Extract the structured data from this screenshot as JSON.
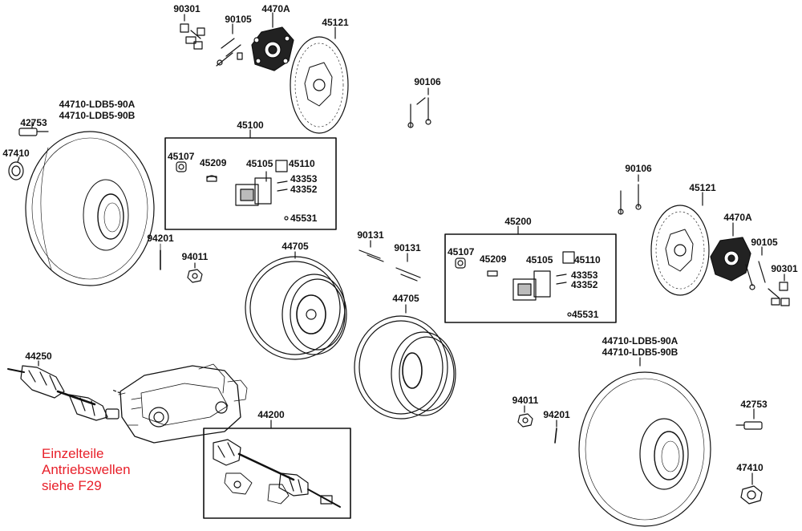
{
  "diagram": {
    "accent_color": "#e8202a",
    "groups": {
      "caliper_front": "45100",
      "caliper_rear": "45200",
      "driveshaft": "44200"
    },
    "parts": {
      "p90301_top": "90301",
      "p90105_top": "90105",
      "p4470A_top": "4470A",
      "p45121_top": "45121",
      "p90106_top": "90106",
      "p44710_a_left": "44710-LDB5-90A",
      "p44710_b_left": "44710-LDB5-90B",
      "p42753_left": "42753",
      "p47410_left": "47410",
      "p45107_a": "45107",
      "p45209_a": "45209",
      "p45105_a": "45105",
      "p45110_a": "45110",
      "p43353_a": "43353",
      "p43352_a": "43352",
      "p45531_a": "45531",
      "p94201_left": "94201",
      "p94011_left": "94011",
      "p44705_upper": "44705",
      "p90131_a": "90131",
      "p90131_b": "90131",
      "p44705_lower": "44705",
      "p45107_b": "45107",
      "p45209_b": "45209",
      "p45105_b": "45105",
      "p45110_b": "45110",
      "p43353_b": "43353",
      "p43352_b": "43352",
      "p45531_b": "45531",
      "p90106_right": "90106",
      "p45121_right": "45121",
      "p4470A_right": "4470A",
      "p90105_right": "90105",
      "p90301_right": "90301",
      "p44710_a_right": "44710-LDB5-90A",
      "p44710_b_right": "44710-LDB5-90B",
      "p42753_right": "42753",
      "p47410_right": "47410",
      "p94011_right": "94011",
      "p94201_right": "94201",
      "p44250": "44250"
    },
    "note": {
      "line1": "Einzelteile",
      "line2": "Antriebswellen",
      "line3": "siehe F29"
    }
  }
}
